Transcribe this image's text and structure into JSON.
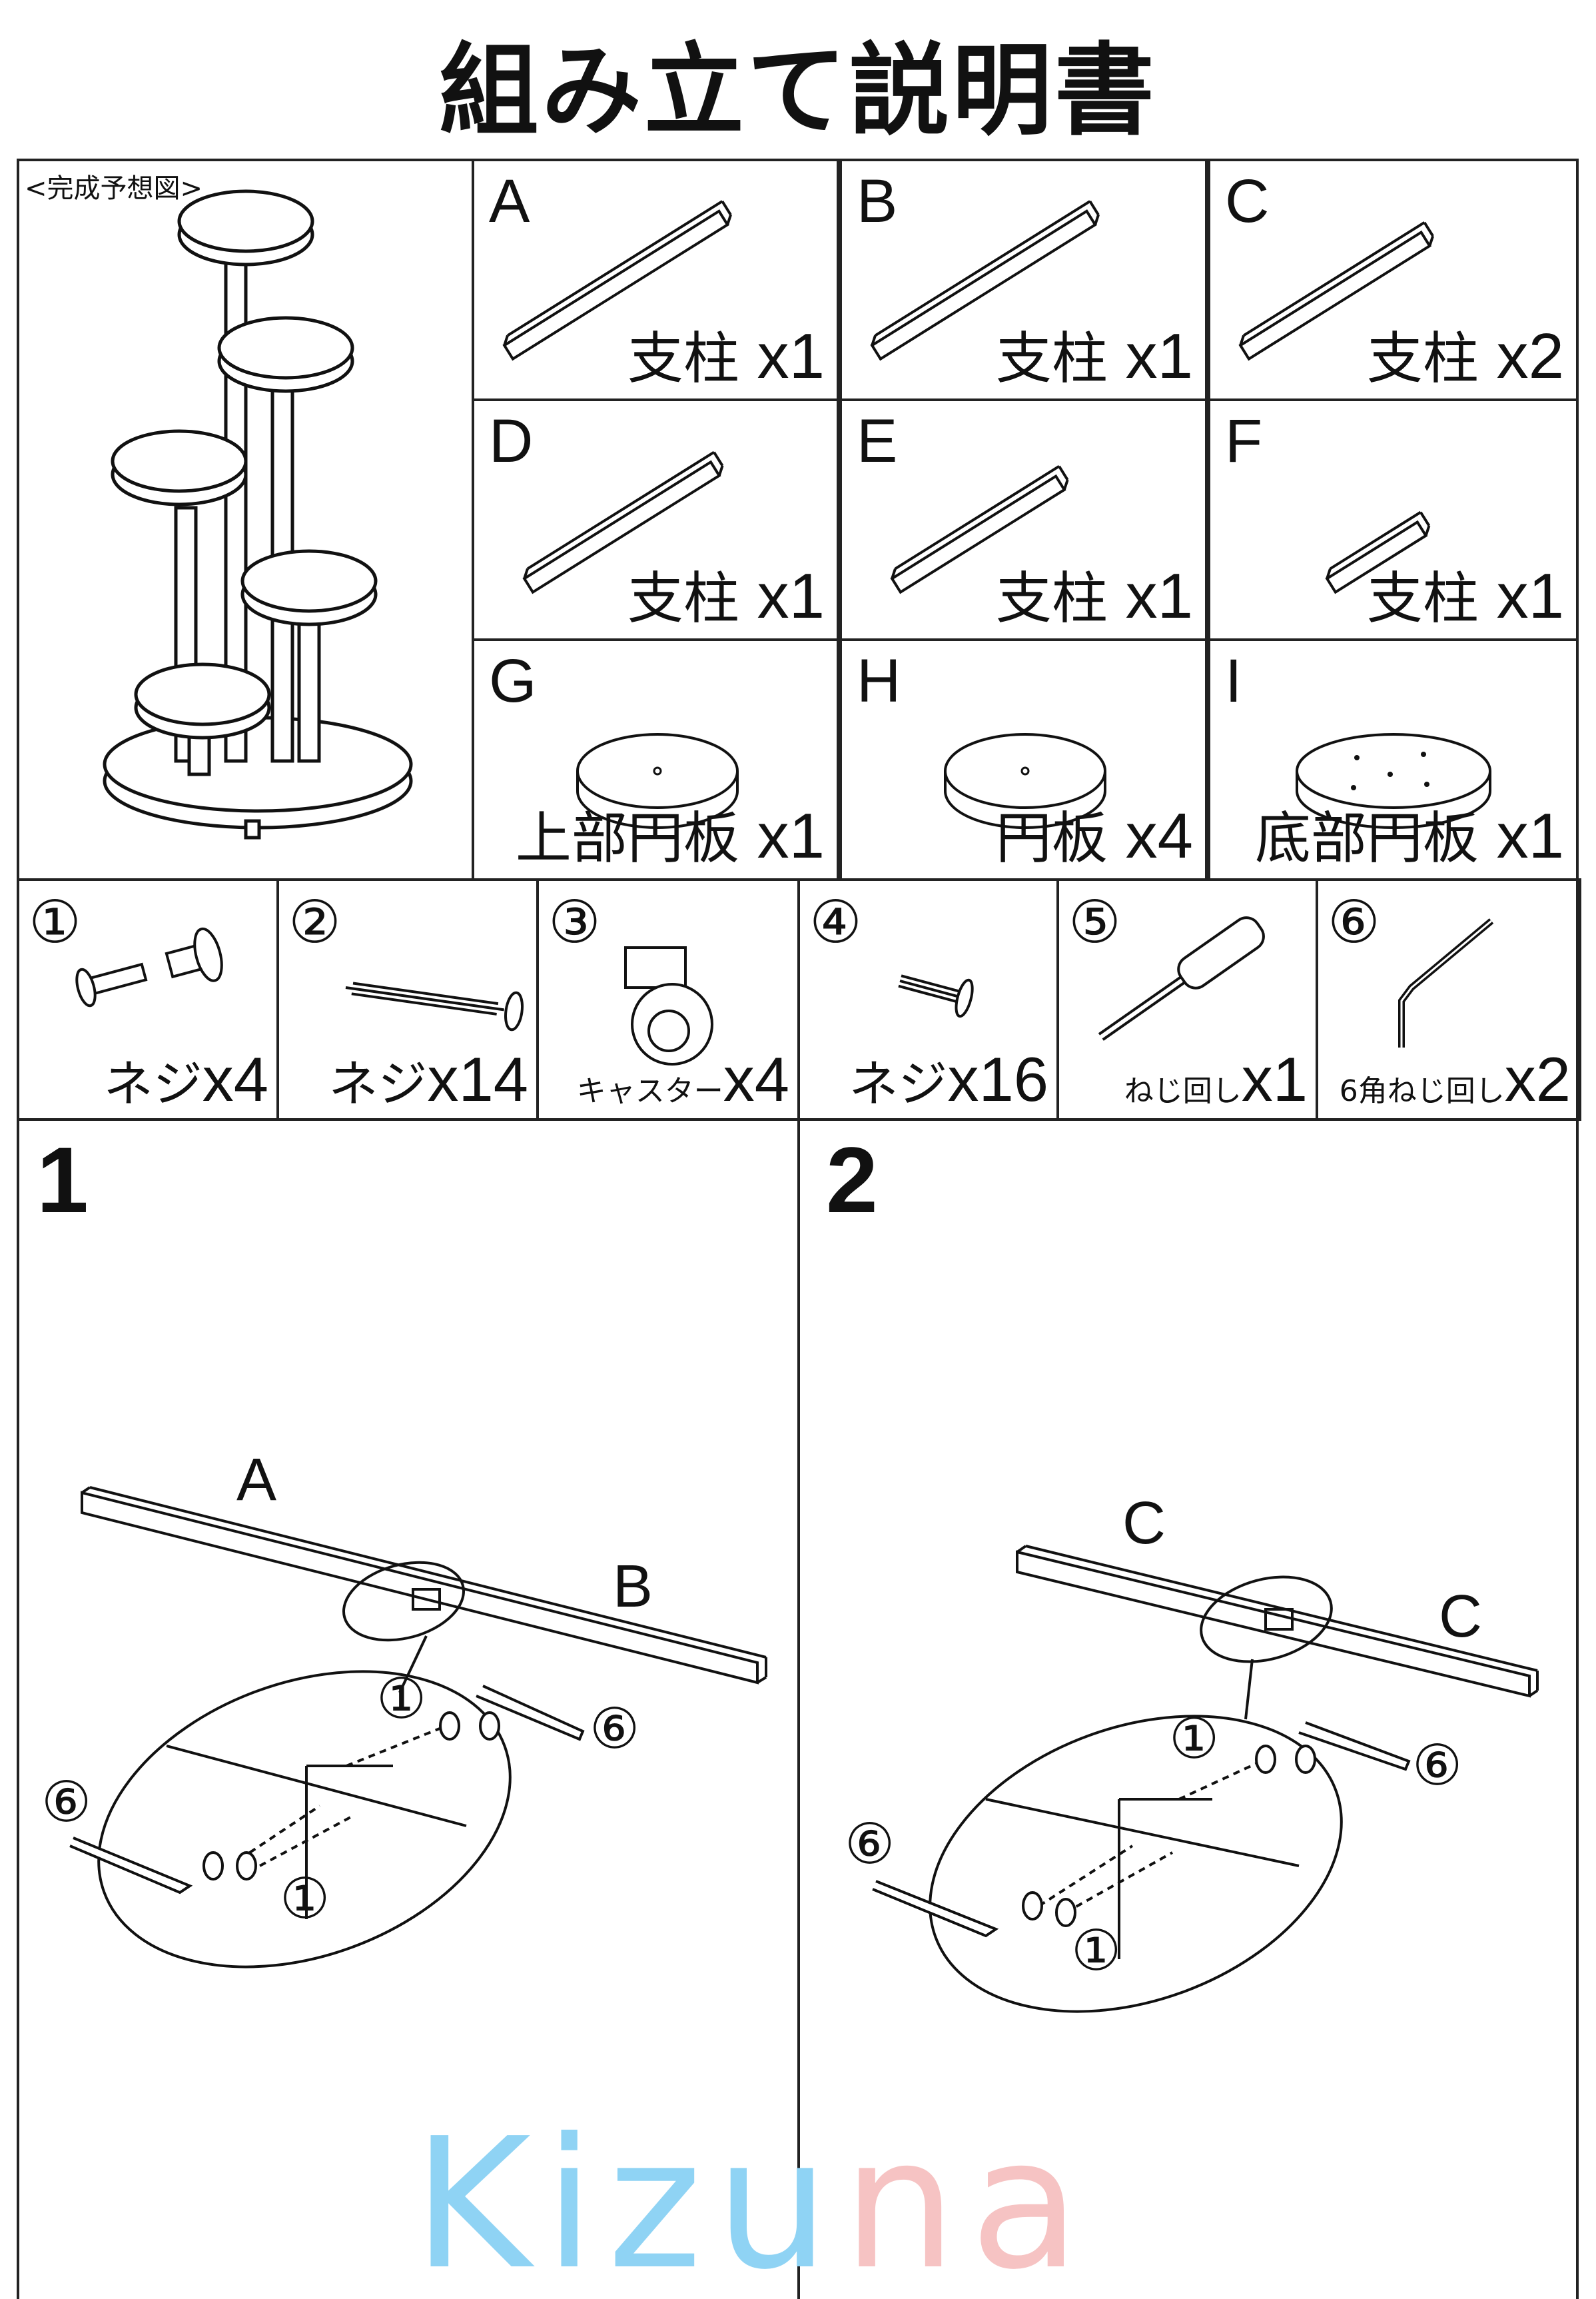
{
  "title": "組み立て説明書",
  "preview_label": "<完成予想図>",
  "parts": [
    {
      "letter": "A",
      "name": "支柱",
      "qty": "x1"
    },
    {
      "letter": "B",
      "name": "支柱",
      "qty": "x1"
    },
    {
      "letter": "C",
      "name": "支柱",
      "qty": "x2"
    },
    {
      "letter": "D",
      "name": "支柱",
      "qty": "x1"
    },
    {
      "letter": "E",
      "name": "支柱",
      "qty": "x1"
    },
    {
      "letter": "F",
      "name": "支柱",
      "qty": "x1"
    },
    {
      "letter": "G",
      "name": "上部円板",
      "qty": "x1"
    },
    {
      "letter": "H",
      "name": "円板",
      "qty": "x4"
    },
    {
      "letter": "I",
      "name": "底部円板",
      "qty": "x1"
    }
  ],
  "hardware": [
    {
      "num": "①",
      "name": "ネジ",
      "qty": "x4"
    },
    {
      "num": "②",
      "name": "ネジ",
      "qty": "x14"
    },
    {
      "num": "③",
      "name": "キャスター",
      "qty": "x4"
    },
    {
      "num": "④",
      "name": "ネジ",
      "qty": "x16"
    },
    {
      "num": "⑤",
      "name": "ねじ回し",
      "qty": "x1"
    },
    {
      "num": "⑥",
      "name": "6角ねじ回し",
      "qty": "x2"
    }
  ],
  "steps": [
    {
      "number": "1",
      "labels": {
        "beam1": "A",
        "beam2": "B",
        "screw_top": "①",
        "screw_bottom": "①",
        "key_right": "⑥",
        "key_left": "⑥"
      }
    },
    {
      "number": "2",
      "labels": {
        "beam1": "C",
        "beam2": "C",
        "screw_top": "①",
        "screw_bottom": "①",
        "key_right": "⑥",
        "key_left": "⑥"
      }
    }
  ],
  "watermark": {
    "text_blue": "Kizu",
    "text_pink": "na",
    "blue": "#8fd3f4",
    "pink": "#f6c3c3"
  }
}
